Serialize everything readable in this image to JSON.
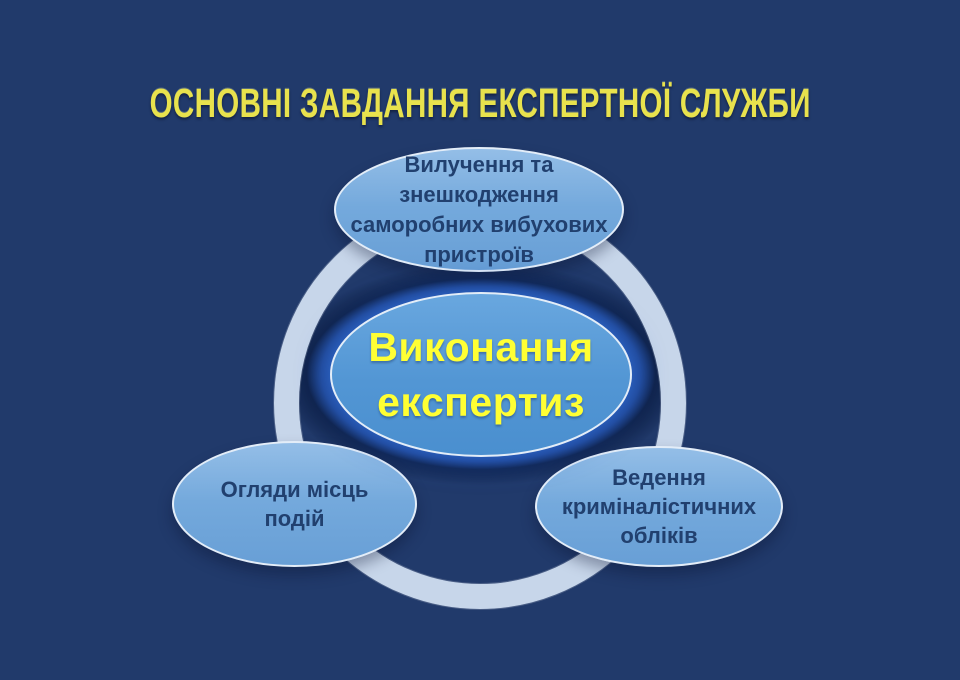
{
  "header": {
    "title": "ОСНОВНІ ЗАВДАННЯ ЕКСПЕРТНОЇ СЛУЖБИ"
  },
  "diagram": {
    "type": "hub-and-spoke cycle diagram",
    "center": {
      "id": "expertise-execution",
      "text": "Виконання\nекспертиз"
    },
    "nodes": [
      {
        "id": "ied-removal",
        "position": "top",
        "text": "Вилучення та\nзнешкодження\nсаморобних вибухових\nпристроїв"
      },
      {
        "id": "scene-inspections",
        "position": "bottom-left",
        "text": "Огляди місць\nподій"
      },
      {
        "id": "forensic-records",
        "position": "bottom-right",
        "text": "Ведення\nкриміналістичних\nобліків"
      }
    ]
  },
  "colors": {
    "background": "#213A6B",
    "ring": "#C7D6EA",
    "node-fill": "#74A9DC",
    "node-fill-light": "#94BEE7",
    "center-fill": "#5296D4",
    "center-fill-light": "#69A7DF",
    "node-text": "#21406F",
    "center-text": "#FFFF33",
    "title-text": "#E8E24D",
    "ellipse-border": "#E3EDF8",
    "glow": "#2A5CB4"
  }
}
